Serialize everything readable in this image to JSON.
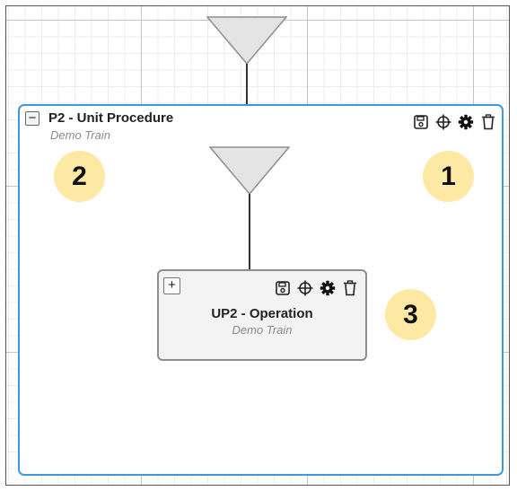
{
  "unit_procedure": {
    "title": "P2 - Unit Procedure",
    "subtitle": "Demo Train",
    "collapse_symbol": "−",
    "toolbar_icons": [
      "save-icon",
      "crosshair-icon",
      "gear-icon",
      "trash-icon"
    ]
  },
  "operation": {
    "title": "UP2 - Operation",
    "subtitle": "Demo Train",
    "expand_symbol": "+",
    "toolbar_icons": [
      "save-icon",
      "crosshair-icon",
      "gear-icon",
      "trash-icon"
    ]
  },
  "callouts": {
    "one": "1",
    "two": "2",
    "three": "3"
  },
  "colors": {
    "selection_border": "#3f97e0",
    "callout_fill": "#fde9a3",
    "step_fill": "#f3f3f3"
  }
}
